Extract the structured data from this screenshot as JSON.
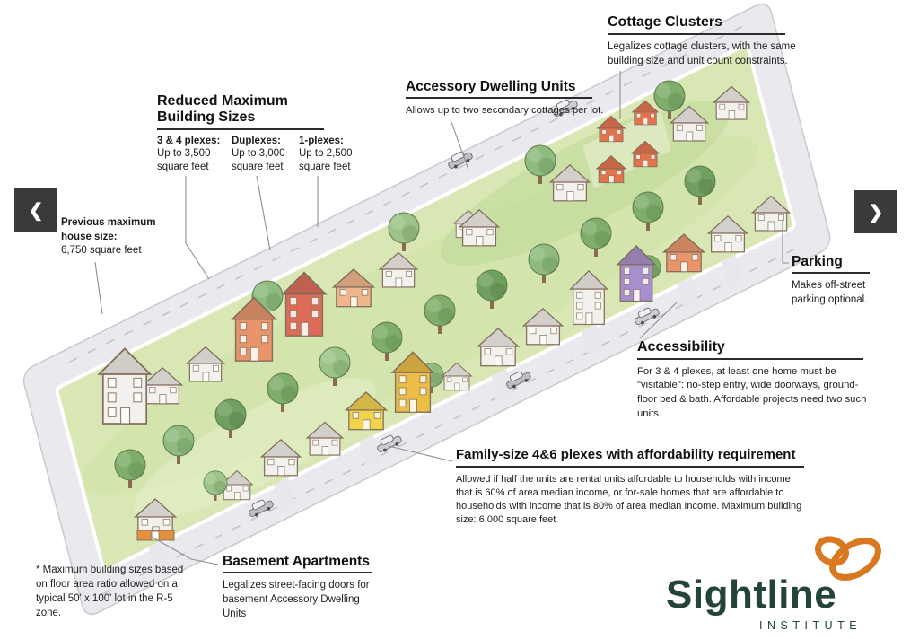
{
  "nav": {
    "prev_icon": "❮",
    "next_icon": "❯"
  },
  "annotations": {
    "cottage_clusters": {
      "title": "Cottage Clusters",
      "body": "Legalizes cottage clusters, with the same building size and unit count constraints."
    },
    "accessory_dwelling_units": {
      "title": "Accessory Dwelling Units",
      "body": "Allows up to two secondary cottages per lot."
    },
    "reduced_maximum": {
      "title": "Reduced Maximum Building Sizes",
      "columns": [
        {
          "label": "3 & 4 plexes:",
          "value": "Up to 3,500 square feet"
        },
        {
          "label": "Duplexes:",
          "value": "Up to 3,000 square feet"
        },
        {
          "label": "1-plexes:",
          "value": "Up to 2,500 square feet"
        }
      ]
    },
    "previous_maximum": {
      "title": "Previous maximum house size:",
      "value": "6,750 square feet"
    },
    "parking": {
      "title": "Parking",
      "body": "Makes off-street parking optional."
    },
    "accessibility": {
      "title": "Accessibility",
      "body": "For 3 & 4 plexes, at least one home must be \"visitable\": no-step entry, wide doorways, ground-floor bed & bath. Affordable projects need two such units."
    },
    "family_size": {
      "title": "Family-size 4&6 plexes with affordability requirement",
      "body": "Allowed if half the units are rental units affordable to households with income that is 60% of area median income, or for-sale homes that are affordable to households with income that is 80% of area median Income.  Maximum building size: 6,000 square feet"
    },
    "basement_apartments": {
      "title": "Basement Apartments",
      "body": "Legalizes street-facing doors for basement Accessory Dwelling Units"
    },
    "footnote": "* Maximum building sizes based on floor area ratio allowed on a typical 50' x 100' lot in the R-5 zone."
  },
  "logo": {
    "name": "Sightline",
    "subtitle": "INSTITUTE",
    "brand_orange": "#d8781f",
    "brand_green": "#24433b"
  },
  "illustration_palette": {
    "house_white": "#f2f1ed",
    "house_salmon": "#e9946b",
    "house_red": "#de6b58",
    "house_yellow": "#f2d44c",
    "house_orange_cottage": "#e2734d",
    "house_purple": "#a78fce",
    "basement_orange": "#e2923f",
    "tree_green": "#7fae6c",
    "lawn_green": "#d8e7b4",
    "street_gray": "#eae9ed",
    "arrow_background": "#3b3a3a"
  }
}
